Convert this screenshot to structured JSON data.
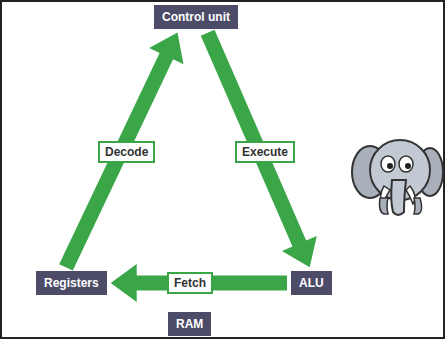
{
  "diagram": {
    "nodes": [
      {
        "text": [
          "Control unit"
        ]
      },
      {
        "text": [
          "Registers"
        ]
      },
      {
        "text": [
          "ALU"
        ]
      },
      {
        "text": [
          "RAM"
        ]
      }
    ],
    "edges": [
      {
        "from": 1,
        "to": 0,
        "label": "Decode",
        "arrow": "to"
      },
      {
        "from": 0,
        "to": 2,
        "label": "Execute",
        "arrow": "to"
      },
      {
        "from": 2,
        "to": 1,
        "label": "Fetch",
        "arrow": "to"
      }
    ]
  }
}
